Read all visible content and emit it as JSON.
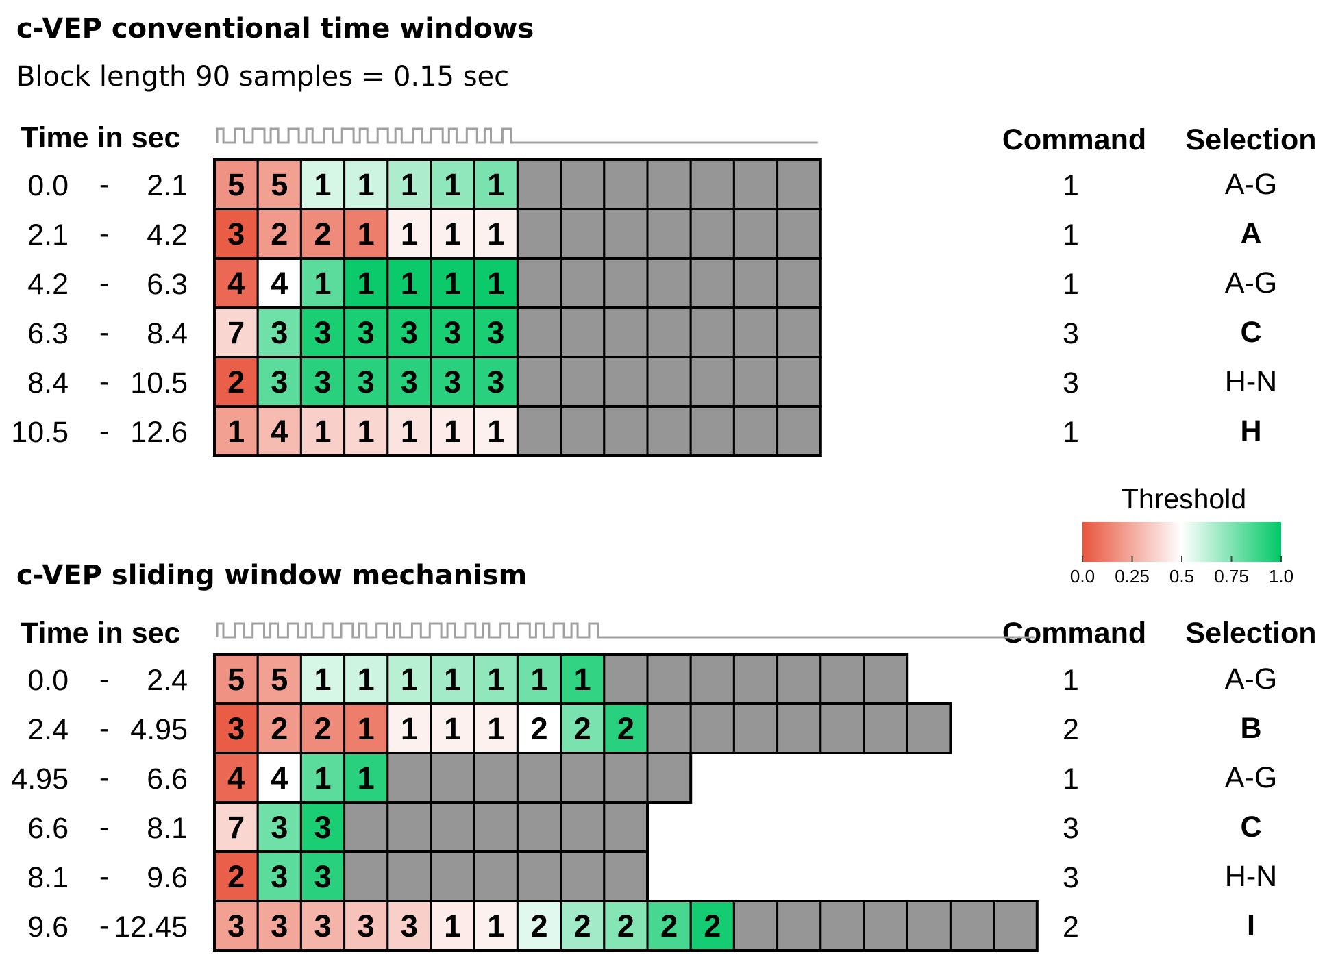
{
  "colors": {
    "red": "#e8553d",
    "white": "#ffffff",
    "green": "#00c865",
    "inactive": "#969696",
    "grid": "#000000",
    "waveform": "#a0a0a0"
  },
  "panels": [
    {
      "title": "c-VEP conventional time windows",
      "subtitle": "Block length 90 samples = 0.15 sec",
      "time_header": "Time in sec",
      "command_header": "Command",
      "selection_header": "Selection",
      "dash": "-",
      "rows": [
        {
          "start": "0.0",
          "end": "2.1",
          "cells": [
            5,
            5,
            1,
            1,
            1,
            1,
            1
          ],
          "levels": [
            0.18,
            0.22,
            0.58,
            0.6,
            0.66,
            0.72,
            0.76
          ],
          "total": 14,
          "command": "1",
          "selection": "A-G",
          "selection_bold": false
        },
        {
          "start": "2.1",
          "end": "4.2",
          "cells": [
            3,
            2,
            2,
            1,
            1,
            1,
            1
          ],
          "levels": [
            0.02,
            0.2,
            0.16,
            0.12,
            0.46,
            0.46,
            0.46
          ],
          "total": 14,
          "command": "1",
          "selection": "A",
          "selection_bold": true
        },
        {
          "start": "4.2",
          "end": "6.3",
          "cells": [
            4,
            4,
            1,
            1,
            1,
            1,
            1
          ],
          "levels": [
            0.06,
            0.5,
            0.82,
            0.98,
            0.98,
            0.98,
            0.98
          ],
          "total": 14,
          "command": "1",
          "selection": "A-G",
          "selection_bold": false
        },
        {
          "start": "6.3",
          "end": "8.4",
          "cells": [
            7,
            3,
            3,
            3,
            3,
            3,
            3
          ],
          "levels": [
            0.38,
            0.78,
            0.95,
            0.95,
            0.95,
            0.95,
            0.95
          ],
          "total": 14,
          "command": "3",
          "selection": "C",
          "selection_bold": true
        },
        {
          "start": "8.4",
          "end": "10.5",
          "cells": [
            2,
            3,
            3,
            3,
            3,
            3,
            3
          ],
          "levels": [
            0.03,
            0.82,
            0.92,
            0.92,
            0.92,
            0.92,
            0.92
          ],
          "total": 14,
          "command": "3",
          "selection": "H-N",
          "selection_bold": false
        },
        {
          "start": "10.5",
          "end": "12.6",
          "cells": [
            1,
            4,
            1,
            1,
            1,
            1,
            1
          ],
          "levels": [
            0.22,
            0.3,
            0.36,
            0.38,
            0.42,
            0.44,
            0.46
          ],
          "total": 14,
          "command": "1",
          "selection": "H",
          "selection_bold": true
        }
      ]
    },
    {
      "title": "c-VEP sliding window mechanism",
      "time_header": "Time in sec",
      "command_header": "Command",
      "selection_header": "Selection",
      "dash": "-",
      "rows": [
        {
          "start": "0.0",
          "end": "2.4",
          "cells": [
            5,
            5,
            1,
            1,
            1,
            1,
            1,
            1,
            1
          ],
          "levels": [
            0.18,
            0.22,
            0.58,
            0.6,
            0.64,
            0.68,
            0.72,
            0.78,
            0.9
          ],
          "total": 16,
          "command": "1",
          "selection": "A-G",
          "selection_bold": false
        },
        {
          "start": "2.4",
          "end": "4.95",
          "cells": [
            3,
            2,
            2,
            1,
            1,
            1,
            1,
            2,
            2,
            2
          ],
          "levels": [
            0.02,
            0.2,
            0.16,
            0.12,
            0.46,
            0.46,
            0.46,
            0.5,
            0.76,
            0.92
          ],
          "total": 17,
          "command": "2",
          "selection": "B",
          "selection_bold": true
        },
        {
          "start": "4.95",
          "end": "6.6",
          "cells": [
            4,
            4,
            1,
            1
          ],
          "levels": [
            0.06,
            0.5,
            0.82,
            0.92
          ],
          "total": 11,
          "command": "1",
          "selection": "A-G",
          "selection_bold": false
        },
        {
          "start": "6.6",
          "end": "8.1",
          "cells": [
            7,
            3,
            3
          ],
          "levels": [
            0.38,
            0.78,
            0.95
          ],
          "total": 10,
          "command": "3",
          "selection": "C",
          "selection_bold": true
        },
        {
          "start": "8.1",
          "end": "9.6",
          "cells": [
            2,
            3,
            3
          ],
          "levels": [
            0.03,
            0.82,
            0.92
          ],
          "total": 10,
          "command": "3",
          "selection": "H-N",
          "selection_bold": false
        },
        {
          "start": "9.6",
          "end": "12.45",
          "cells": [
            3,
            3,
            3,
            3,
            3,
            1,
            1,
            2,
            2,
            2,
            2,
            2
          ],
          "levels": [
            0.22,
            0.24,
            0.28,
            0.32,
            0.36,
            0.44,
            0.46,
            0.56,
            0.68,
            0.74,
            0.86,
            0.96
          ],
          "total": 19,
          "command": "2",
          "selection": "I",
          "selection_bold": true
        }
      ]
    }
  ],
  "legend": {
    "title": "Threshold",
    "ticks": [
      "0.0",
      "0.25",
      "0.5",
      "0.75",
      "1.0"
    ]
  }
}
